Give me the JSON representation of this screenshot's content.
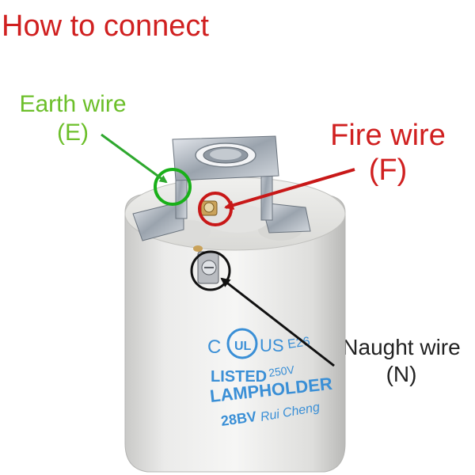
{
  "title": "How to connect",
  "labels": {
    "earth": {
      "name": "Earth wire",
      "code": "(E)",
      "color": "#6cbf2a"
    },
    "fire": {
      "name": "Fire wire",
      "code": "(F)",
      "color": "#d02020"
    },
    "naught": {
      "name": "Naught wire",
      "code": "(N)",
      "color": "#111111"
    }
  },
  "product_print": {
    "cert_mark_left": "C",
    "cert_mark_right": "US",
    "cert_ring": "UL",
    "line1": "LISTED",
    "line2": "LAMPHOLDER",
    "line3": "28BV",
    "rating_a": "E26",
    "rating_b": "250V",
    "maker": "Rui Cheng"
  },
  "print_color": "#3a8fd6"
}
